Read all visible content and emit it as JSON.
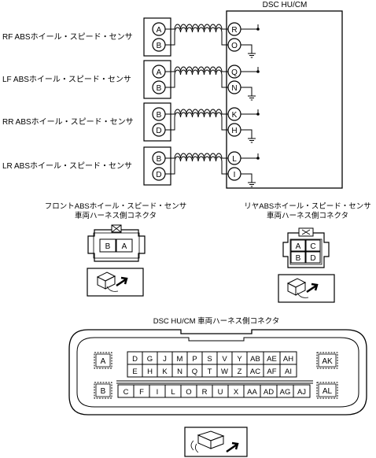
{
  "ecu": {
    "title": "DSC HU/CM"
  },
  "sensors": [
    {
      "label": "RF ABSホイール・スピード・センサ",
      "pins": [
        "A",
        "B"
      ],
      "ecu_pins": [
        "R",
        "O"
      ]
    },
    {
      "label": "LF ABSホイール・スピード・センサ",
      "pins": [
        "A",
        "B"
      ],
      "ecu_pins": [
        "Q",
        "N"
      ]
    },
    {
      "label": "RR ABSホイール・スピード・センサ",
      "pins": [
        "B",
        "D"
      ],
      "ecu_pins": [
        "K",
        "H"
      ]
    },
    {
      "label": "LR ABSホイール・スピード・センサ",
      "pins": [
        "B",
        "D"
      ],
      "ecu_pins": [
        "L",
        "I"
      ]
    }
  ],
  "front_connector": {
    "title1": "フロントABSホイール・スピード・センサ",
    "title2": "車両ハーネス側コネクタ",
    "pins": [
      "B",
      "A"
    ]
  },
  "rear_connector": {
    "title1": "リヤABSホイール・スピード・センサ",
    "title2": "車両ハーネス側コネクタ",
    "pins": [
      "A",
      "C",
      "B",
      "D"
    ]
  },
  "dsc_connector": {
    "title": "DSC HU/CM 車両ハーネス側コネクタ",
    "row1": [
      "D",
      "G",
      "J",
      "M",
      "P",
      "S",
      "V",
      "Y",
      "AB",
      "AE",
      "AH"
    ],
    "row2": [
      "E",
      "H",
      "K",
      "N",
      "Q",
      "T",
      "W",
      "Z",
      "AC",
      "AF",
      "AI"
    ],
    "row3": [
      "C",
      "F",
      "I",
      "L",
      "O",
      "R",
      "U",
      "X",
      "AA",
      "AD",
      "AG",
      "AJ"
    ],
    "corner_tl": "A",
    "corner_bl": "B",
    "corner_tr": "AK",
    "corner_br": "AL"
  }
}
